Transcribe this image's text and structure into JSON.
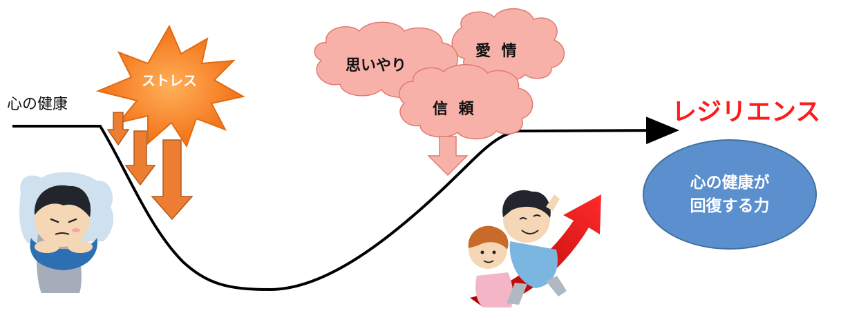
{
  "labels": {
    "kokoro_no_kenkou": "心の健康",
    "stress": "ストレス",
    "omoiyari": "思いやり",
    "aijou": "愛 情",
    "shinrai": "信 頼",
    "resilience": "レジリエンス",
    "recovery_line1": "心の健康が",
    "recovery_line2": "回復する力"
  },
  "colors": {
    "curve": "#000000",
    "stress_burst": "#f47b20",
    "down_arrows": "#ed7d31",
    "clouds": "#f8b1a8",
    "cloud_stroke": "#e07a72",
    "support_arrow": "#f8b1a8",
    "resilience_text": "#ff1a1a",
    "recovery_ellipse": "#5b8fce"
  },
  "icons": {
    "sad_person": "sad-person-illustration",
    "support_people": "children-climbing-rising-arrow-illustration"
  }
}
